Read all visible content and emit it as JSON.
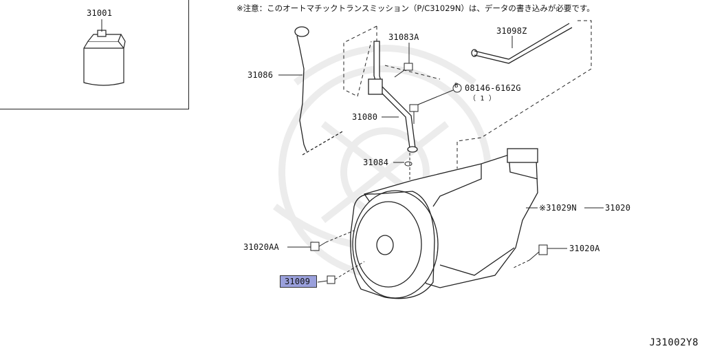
{
  "header": {
    "note": "※注意：このオートマチックトランスミッション（P/C31029N）は、データの書き込みが必要です。"
  },
  "diagram_code": "J31002Y8",
  "parts": {
    "p31001": "31001",
    "p31086": "31086",
    "p31083a": "31083A",
    "p31098z": "31098Z",
    "bolt_spec": "08146-6162G",
    "bolt_symbol": "B",
    "bolt_qty": "（ 1 ）",
    "p31080": "31080",
    "p31084": "31084",
    "p31029n": "※31029N",
    "p31020": "31020",
    "p31020aa": "31020AA",
    "p31020a": "31020A",
    "p31009": "31009"
  },
  "colors": {
    "highlight": "#9aa0dc",
    "line": "#1a1a1a",
    "watermark": "#ececec"
  }
}
